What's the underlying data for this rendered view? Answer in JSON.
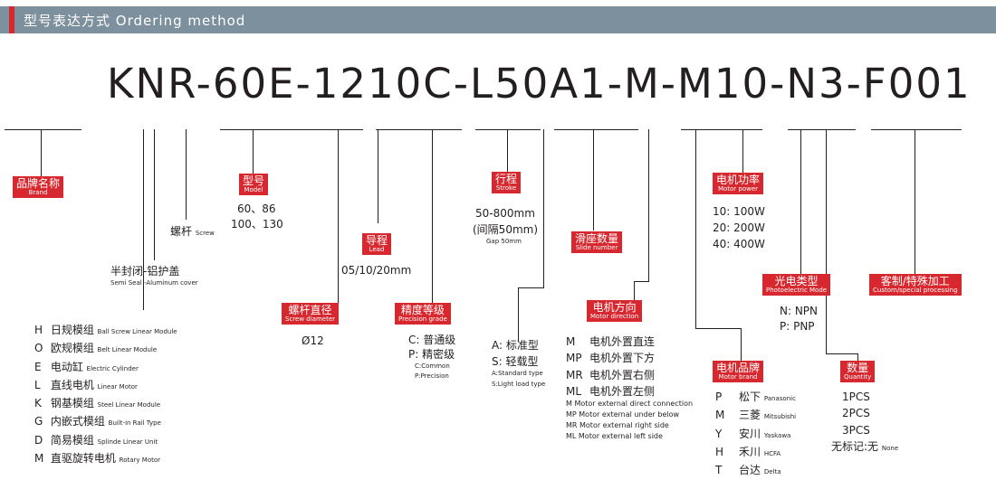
{
  "header": {
    "title": "型号表达方式 Ordering method"
  },
  "model_code": "KNR-60E-1210C-L50A1-M-M10-N3-F001",
  "tags": {
    "brand": {
      "cn": "品牌名称",
      "en": "Brand"
    },
    "model": {
      "cn": "型号",
      "en": "Model"
    },
    "lead": {
      "cn": "导程",
      "en": "Lead"
    },
    "stroke": {
      "cn": "行程",
      "en": "Stroke"
    },
    "slide": {
      "cn": "滑座数量",
      "en": "Slide number"
    },
    "power": {
      "cn": "电机功率",
      "en": "Motor power"
    },
    "sensor": {
      "cn": "光电类型",
      "en": "Photoelectric Mode"
    },
    "custom": {
      "cn": "客制/特殊加工",
      "en": "Custom/special processing"
    },
    "screw_dia": {
      "cn": "螺杆直径",
      "en": "Screw diameter"
    },
    "precision": {
      "cn": "精度等级",
      "en": "Precision grade"
    },
    "motor_dir": {
      "cn": "电机方向",
      "en": "Motor direction"
    },
    "motor_brand": {
      "cn": "电机品牌",
      "en": "Motor brand"
    },
    "quantity": {
      "cn": "数量",
      "en": "Quantity"
    }
  },
  "texts": {
    "model_values_1": "60、86",
    "model_values_2": "100、130",
    "screw_cn": "螺杆",
    "screw_en": "Screw",
    "seal_cn": "半封闭-铝护盖",
    "seal_en": "Semi Seal -Aluminum cover",
    "lead_values": "05/10/20mm",
    "screw_dia_value": "Ø12",
    "stroke_range": "50-800mm",
    "stroke_gap": "(间隔50mm)",
    "stroke_gap_en": "Gap 50mm",
    "power_1": "10: 100W",
    "power_2": "20: 200W",
    "power_3": "40: 400W",
    "sensor_1": "N: NPN",
    "sensor_2": "P: PNP",
    "precision_1": "C: 普通级",
    "precision_2": "P: 精密级",
    "precision_3": "C:Common",
    "precision_4": "P:Precision",
    "slide_1": "A: 标准型",
    "slide_2": "S: 轻载型",
    "slide_3": "A:Standard type",
    "slide_4": "S:Light load type"
  },
  "brand_types": [
    {
      "key": "H",
      "cn": "日规模组",
      "en": "Ball Screw Linear Module"
    },
    {
      "key": "O",
      "cn": "欧规模组",
      "en": "Belt Linear Module"
    },
    {
      "key": "E",
      "cn": "电动缸",
      "en": "Electric Cylinder"
    },
    {
      "key": "L",
      "cn": "直线电机",
      "en": "Linear Motor"
    },
    {
      "key": "K",
      "cn": "钢基模组",
      "en": "Steel Linear Module"
    },
    {
      "key": "G",
      "cn": "内嵌式模组",
      "en": "Built-in Rail Type"
    },
    {
      "key": "D",
      "cn": "简易模组",
      "en": "Splinde Linear Unit"
    },
    {
      "key": "M",
      "cn": "直驱旋转电机",
      "en": "Rotary Motor"
    }
  ],
  "motor_directions": [
    {
      "key": "M",
      "cn": "电机外置直连"
    },
    {
      "key": "MP",
      "cn": "电机外置下方"
    },
    {
      "key": "MR",
      "cn": "电机外置右侧"
    },
    {
      "key": "ML",
      "cn": "电机外置左侧"
    }
  ],
  "motor_directions_en": [
    "M   Motor external direct connection",
    "MP Motor external under below",
    "MR Motor external right side",
    "ML Motor external left side"
  ],
  "motor_brands": [
    {
      "key": "P",
      "cn": "松下",
      "en": "Panasonic"
    },
    {
      "key": "M",
      "cn": "三菱",
      "en": "Mitsubishi"
    },
    {
      "key": "Y",
      "cn": "安川",
      "en": "Yaskawa"
    },
    {
      "key": "H",
      "cn": "禾川",
      "en": "HCFA"
    },
    {
      "key": "T",
      "cn": "台达",
      "en": "Delta"
    }
  ],
  "quantities": [
    {
      "label": "1PCS",
      "en": ""
    },
    {
      "label": "2PCS",
      "en": ""
    },
    {
      "label": "3PCS",
      "en": ""
    },
    {
      "label": "无标记:无",
      "en": "None"
    }
  ],
  "colors": {
    "accent": "#d7282f",
    "header_bg": "#7d909d",
    "text": "#231f20"
  }
}
